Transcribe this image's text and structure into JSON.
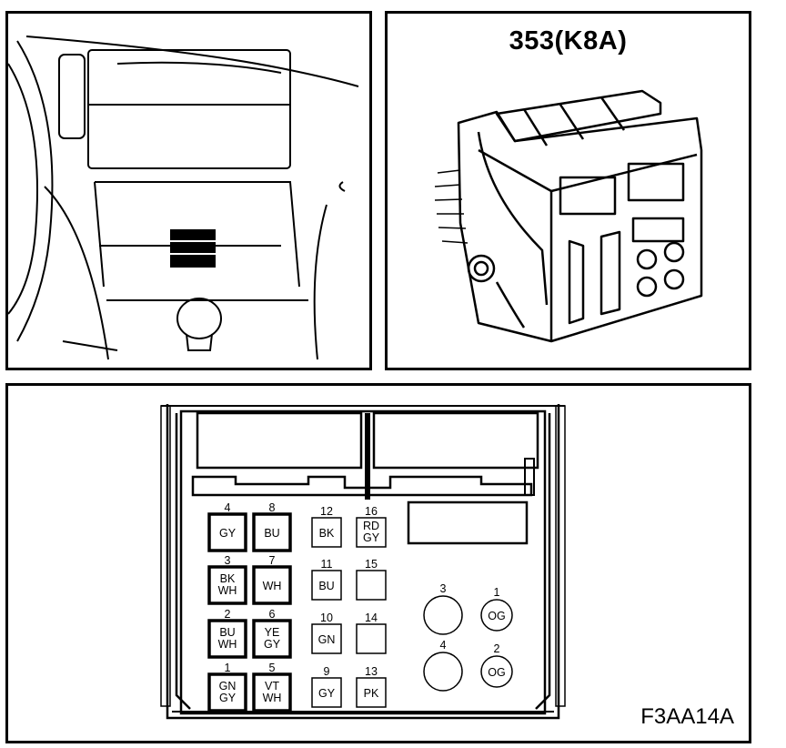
{
  "connector": {
    "title": "353(K8A)",
    "figure_ref": "F3AA14A"
  },
  "pins": {
    "rect": [
      {
        "num": "4",
        "color": [
          "GY"
        ]
      },
      {
        "num": "8",
        "color": [
          "BU"
        ]
      },
      {
        "num": "12",
        "color": [
          "BK"
        ]
      },
      {
        "num": "16",
        "color": [
          "RD",
          "GY"
        ]
      },
      {
        "num": "3",
        "color": [
          "BK",
          "WH"
        ]
      },
      {
        "num": "7",
        "color": [
          "WH"
        ]
      },
      {
        "num": "11",
        "color": [
          "BU"
        ]
      },
      {
        "num": "15",
        "color": []
      },
      {
        "num": "2",
        "color": [
          "BU",
          "WH"
        ]
      },
      {
        "num": "6",
        "color": [
          "YE",
          "GY"
        ]
      },
      {
        "num": "10",
        "color": [
          "GN"
        ]
      },
      {
        "num": "14",
        "color": []
      },
      {
        "num": "1",
        "color": [
          "GN",
          "GY"
        ]
      },
      {
        "num": "5",
        "color": [
          "VT",
          "WH"
        ]
      },
      {
        "num": "9",
        "color": [
          "GY"
        ]
      },
      {
        "num": "13",
        "color": [
          "PK"
        ]
      }
    ],
    "round": [
      {
        "num": "3",
        "color": ""
      },
      {
        "num": "1",
        "color": "OG"
      },
      {
        "num": "4",
        "color": ""
      },
      {
        "num": "2",
        "color": "OG"
      }
    ]
  }
}
